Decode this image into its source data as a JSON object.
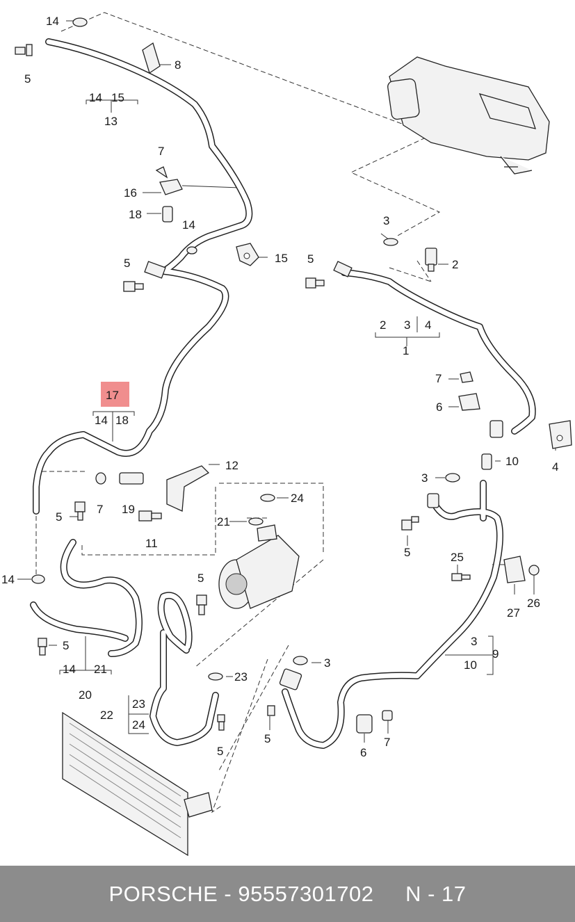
{
  "callouts": {
    "c14a": "14",
    "c5a": "5",
    "c8": "8",
    "c13_14": "14",
    "c13_15": "15",
    "c13": "13",
    "c7a": "7",
    "c16": "16",
    "c18": "18",
    "c14b": "14",
    "c15": "15",
    "c5b": "5",
    "c17": "17",
    "c17_14": "14",
    "c17_18": "18",
    "c12": "12",
    "c7b": "7",
    "c19": "19",
    "c11": "11",
    "c5c": "5",
    "c24a": "24",
    "c21a": "21",
    "c14c": "14",
    "c5d": "5",
    "c5e": "5",
    "c20_14": "14",
    "c20_21": "21",
    "c20": "20",
    "c23a": "23",
    "c22": "22",
    "c22_23": "23",
    "c22_24": "24",
    "c5f": "5",
    "c3a": "3",
    "c2": "2",
    "c5g": "5",
    "c1_2": "2",
    "c1_3": "3",
    "c1_4": "4",
    "c1": "1",
    "c7c": "7",
    "c6a": "6",
    "c4": "4",
    "c10": "10",
    "c3b": "3",
    "c5h": "5",
    "c25": "25",
    "c27": "27",
    "c26": "26",
    "c9_3": "3",
    "c9_10": "10",
    "c9": "9",
    "c3c": "3",
    "c5i": "5",
    "c6b": "6",
    "c7d": "7"
  },
  "highlight": {
    "part": "17",
    "color": "#f08e8e"
  },
  "footer": {
    "caption": "PORSCHE - 95557301702     N - 17",
    "background": "#8c8c8c",
    "text_color": "#ffffff"
  }
}
